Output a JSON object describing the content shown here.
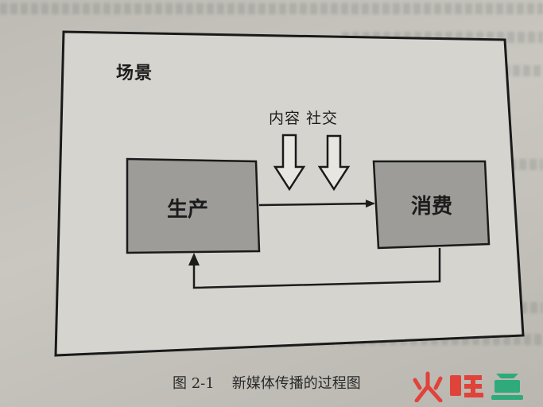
{
  "diagram": {
    "scene_label": "场景",
    "flow_label": "内容 社交",
    "produce_label": "生产",
    "consume_label": "消费"
  },
  "caption": {
    "number": "图 2-1",
    "title": "新媒体传播的过程图"
  },
  "watermark": {
    "text": "火鲤鱼"
  },
  "colors": {
    "box_fill": "#9d9c98",
    "frame_fill": "#d6d4ce",
    "ink": "#1c1c1c",
    "watermark_red": "#e0433a",
    "watermark_green": "#2faa7a"
  }
}
